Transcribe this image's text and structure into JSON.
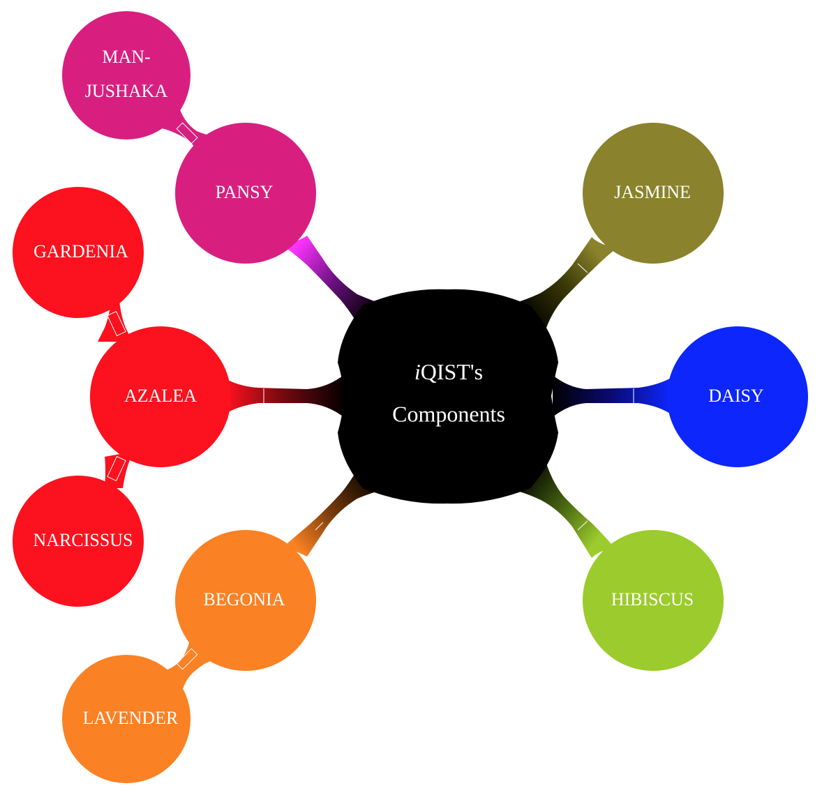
{
  "center": {
    "prefix": "i",
    "title_line1_rest": "QIST's",
    "title_line2": "Components",
    "color": "#000000"
  },
  "branches": {
    "pansy": {
      "label": "PANSY",
      "color": "#d81f7f"
    },
    "manjushaka": {
      "label_line1": "MAN-",
      "label_line2": "JUSHAKA",
      "color": "#d81f7f"
    },
    "jasmine": {
      "label": "JASMINE",
      "color": "#8a822c"
    },
    "daisy": {
      "label": "DAISY",
      "color": "#0d26fb"
    },
    "hibiscus": {
      "label": "HIBISCUS",
      "color": "#9bcb2c"
    },
    "begonia": {
      "label": "BEGONIA",
      "color": "#fa8124"
    },
    "lavender": {
      "label": "LAVENDER",
      "color": "#fa8124"
    },
    "azalea": {
      "label": "AZALEA",
      "color": "#fc111e"
    },
    "gardenia": {
      "label": "GARDENIA",
      "color": "#fc111e"
    },
    "narcissus": {
      "label": "NARCISSUS",
      "color": "#fc111e"
    }
  }
}
